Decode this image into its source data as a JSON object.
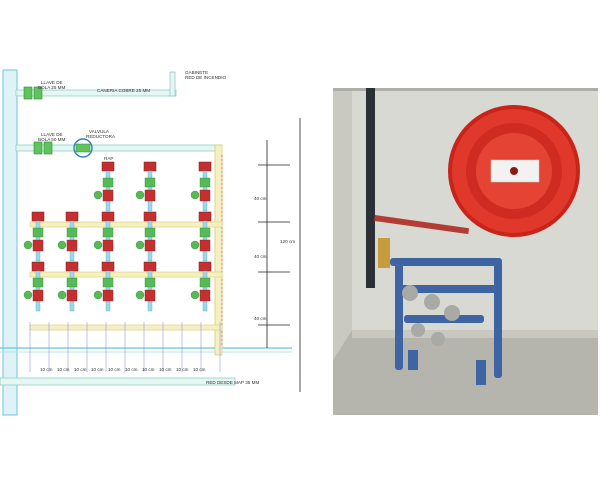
{
  "diagram": {
    "labels": {
      "llave_top": "LLAVE DE\nBOLA 25 MM",
      "cobre": "CANERIA COBRE 25 MM",
      "gabinete": "GABINETE\nRED DE INCENDIO",
      "llave_mid": "LLAVE DE\nBOLA 50 MM",
      "valvula": "VALVULA\nREDUCTORA",
      "rap": "RAP",
      "red": "RED DESDE MAP 35 MM"
    },
    "vertical_dims": [
      "40 cm",
      "40 cm",
      "40 cm"
    ],
    "total_dim": "120 cm",
    "horizontal_dims": [
      "10 cm",
      "10 cm",
      "10 cm",
      "10 cm",
      "10 cm",
      "10 cm",
      "10 cm",
      "10 cm",
      "10 cm",
      "10 cm"
    ]
  },
  "photo": {
    "wall_color": "#dcdcd6",
    "floor_color": "#b4b4ae",
    "hose_reel_color": "#d62a1d",
    "manifold_color": "#3a5f9a",
    "frame_color": "#42a042"
  },
  "colors": {
    "pipe_blue": "#9fd7e8",
    "pipe_yellow": "#ece58a",
    "pipe_green": "#5ec45e",
    "valve_red": "#d9453a",
    "valve_green": "#57b957",
    "meter_red": "#c62f2f"
  }
}
